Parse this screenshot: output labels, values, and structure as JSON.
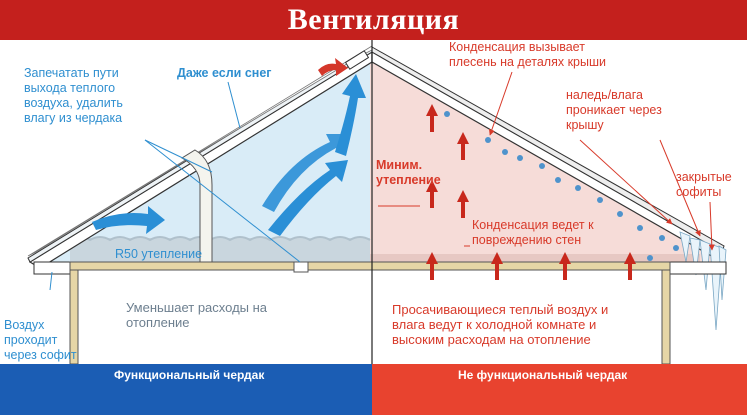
{
  "title": "Вентиляция",
  "left_panel": {
    "callout_seal": "Запечатать пути\nвыхода теплого\nвоздуха, удалить\nвлагу из чердака",
    "callout_snow": "Даже если снег",
    "insulation_label": "R50 утепление",
    "savings_text": "Уменьшает расходы на\nотопление",
    "soffit_text": "Воздух\nпроходит\nчерез софит",
    "footer_label": "Функциональный чердак"
  },
  "right_panel": {
    "callout_mold": "Конденсация вызывает\nплесень на деталях крыши",
    "callout_ice": "наледь/влага\nпроникает через\nкрышу",
    "callout_min_insulation": "Миним.\nутепление",
    "callout_soffits": "закрытые\nсофиты",
    "callout_walls": "Конденсация ведет к\nповреждению стен",
    "leak_text": "Просачивающиеся теплый воздух и\nвлага ведут к холодной комнате и\nвысоким расходам на отопление",
    "footer_label": "Не функциональный чердак"
  },
  "colors": {
    "title_bar": "#c4201d",
    "left_footer": "#1b5db4",
    "right_footer": "#e8432f",
    "left_attic": "#d9ecf7",
    "right_attic": "#f6dcd8",
    "blue_arrow": "#2a8fd6",
    "red_arrow": "#c8281c"
  }
}
